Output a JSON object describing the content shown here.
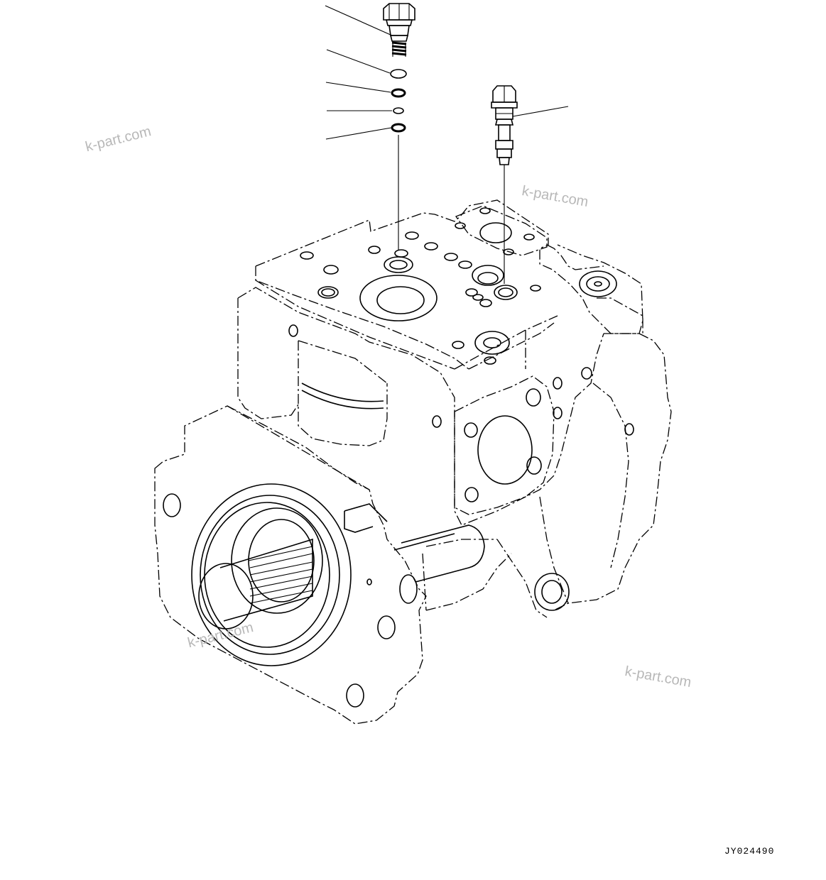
{
  "drawing": {
    "code": "JY024490",
    "watermarks": [
      "k-part.com",
      "k-part.com",
      "k-part.com",
      "k-part.com"
    ]
  }
}
